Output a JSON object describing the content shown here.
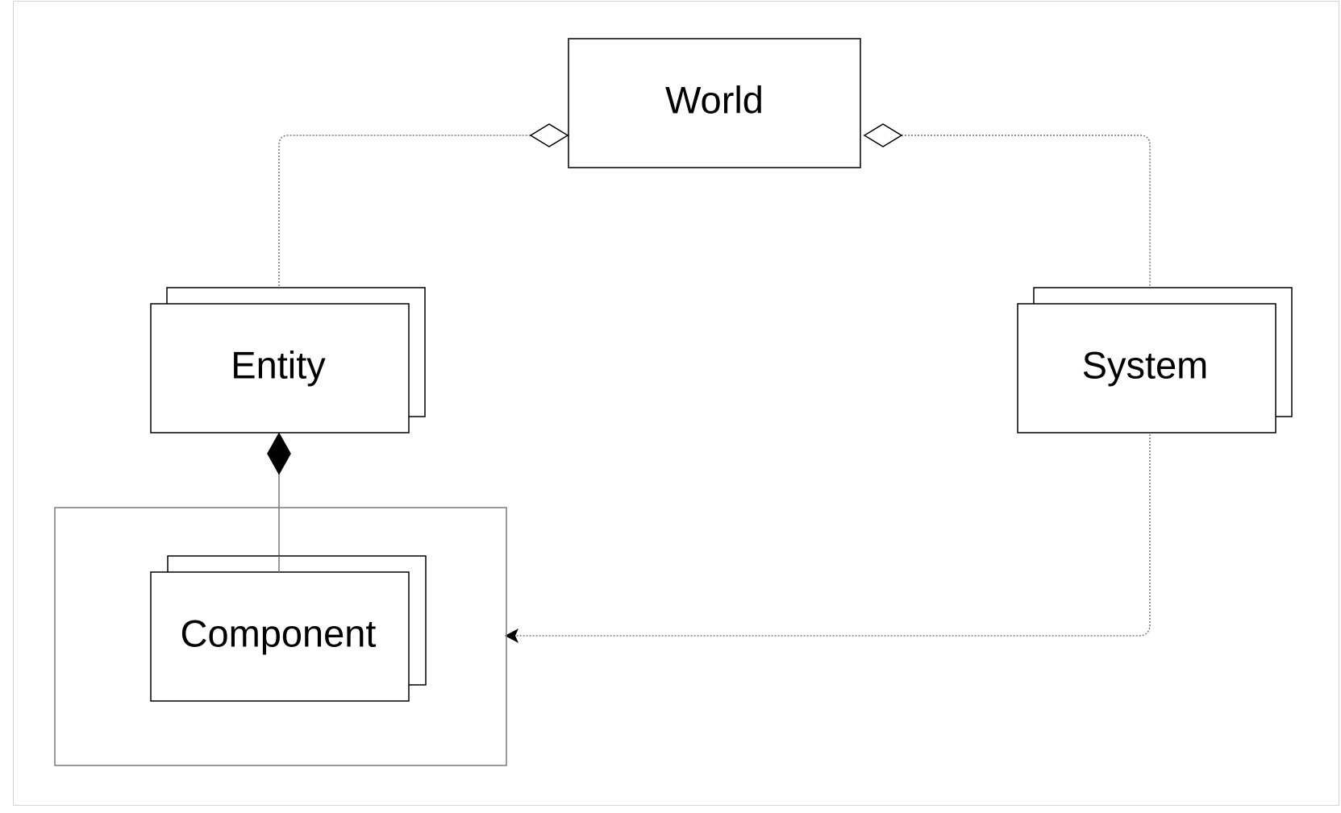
{
  "diagram": {
    "nodes": {
      "world": {
        "label": "World"
      },
      "entity": {
        "label": "Entity"
      },
      "system": {
        "label": "System"
      },
      "component": {
        "label": "Component"
      }
    },
    "edges": [
      {
        "from": "entity",
        "to": "world",
        "kind": "aggregation",
        "style": "dotted"
      },
      {
        "from": "system",
        "to": "world",
        "kind": "aggregation",
        "style": "dotted"
      },
      {
        "from": "component",
        "to": "entity",
        "kind": "composition",
        "style": "solid"
      },
      {
        "from": "system",
        "to": "component",
        "kind": "dependency",
        "style": "dotted"
      }
    ],
    "colors": {
      "stroke": "#000000",
      "connector": "#7a7a7a",
      "frame": "#d4d4d4"
    }
  }
}
